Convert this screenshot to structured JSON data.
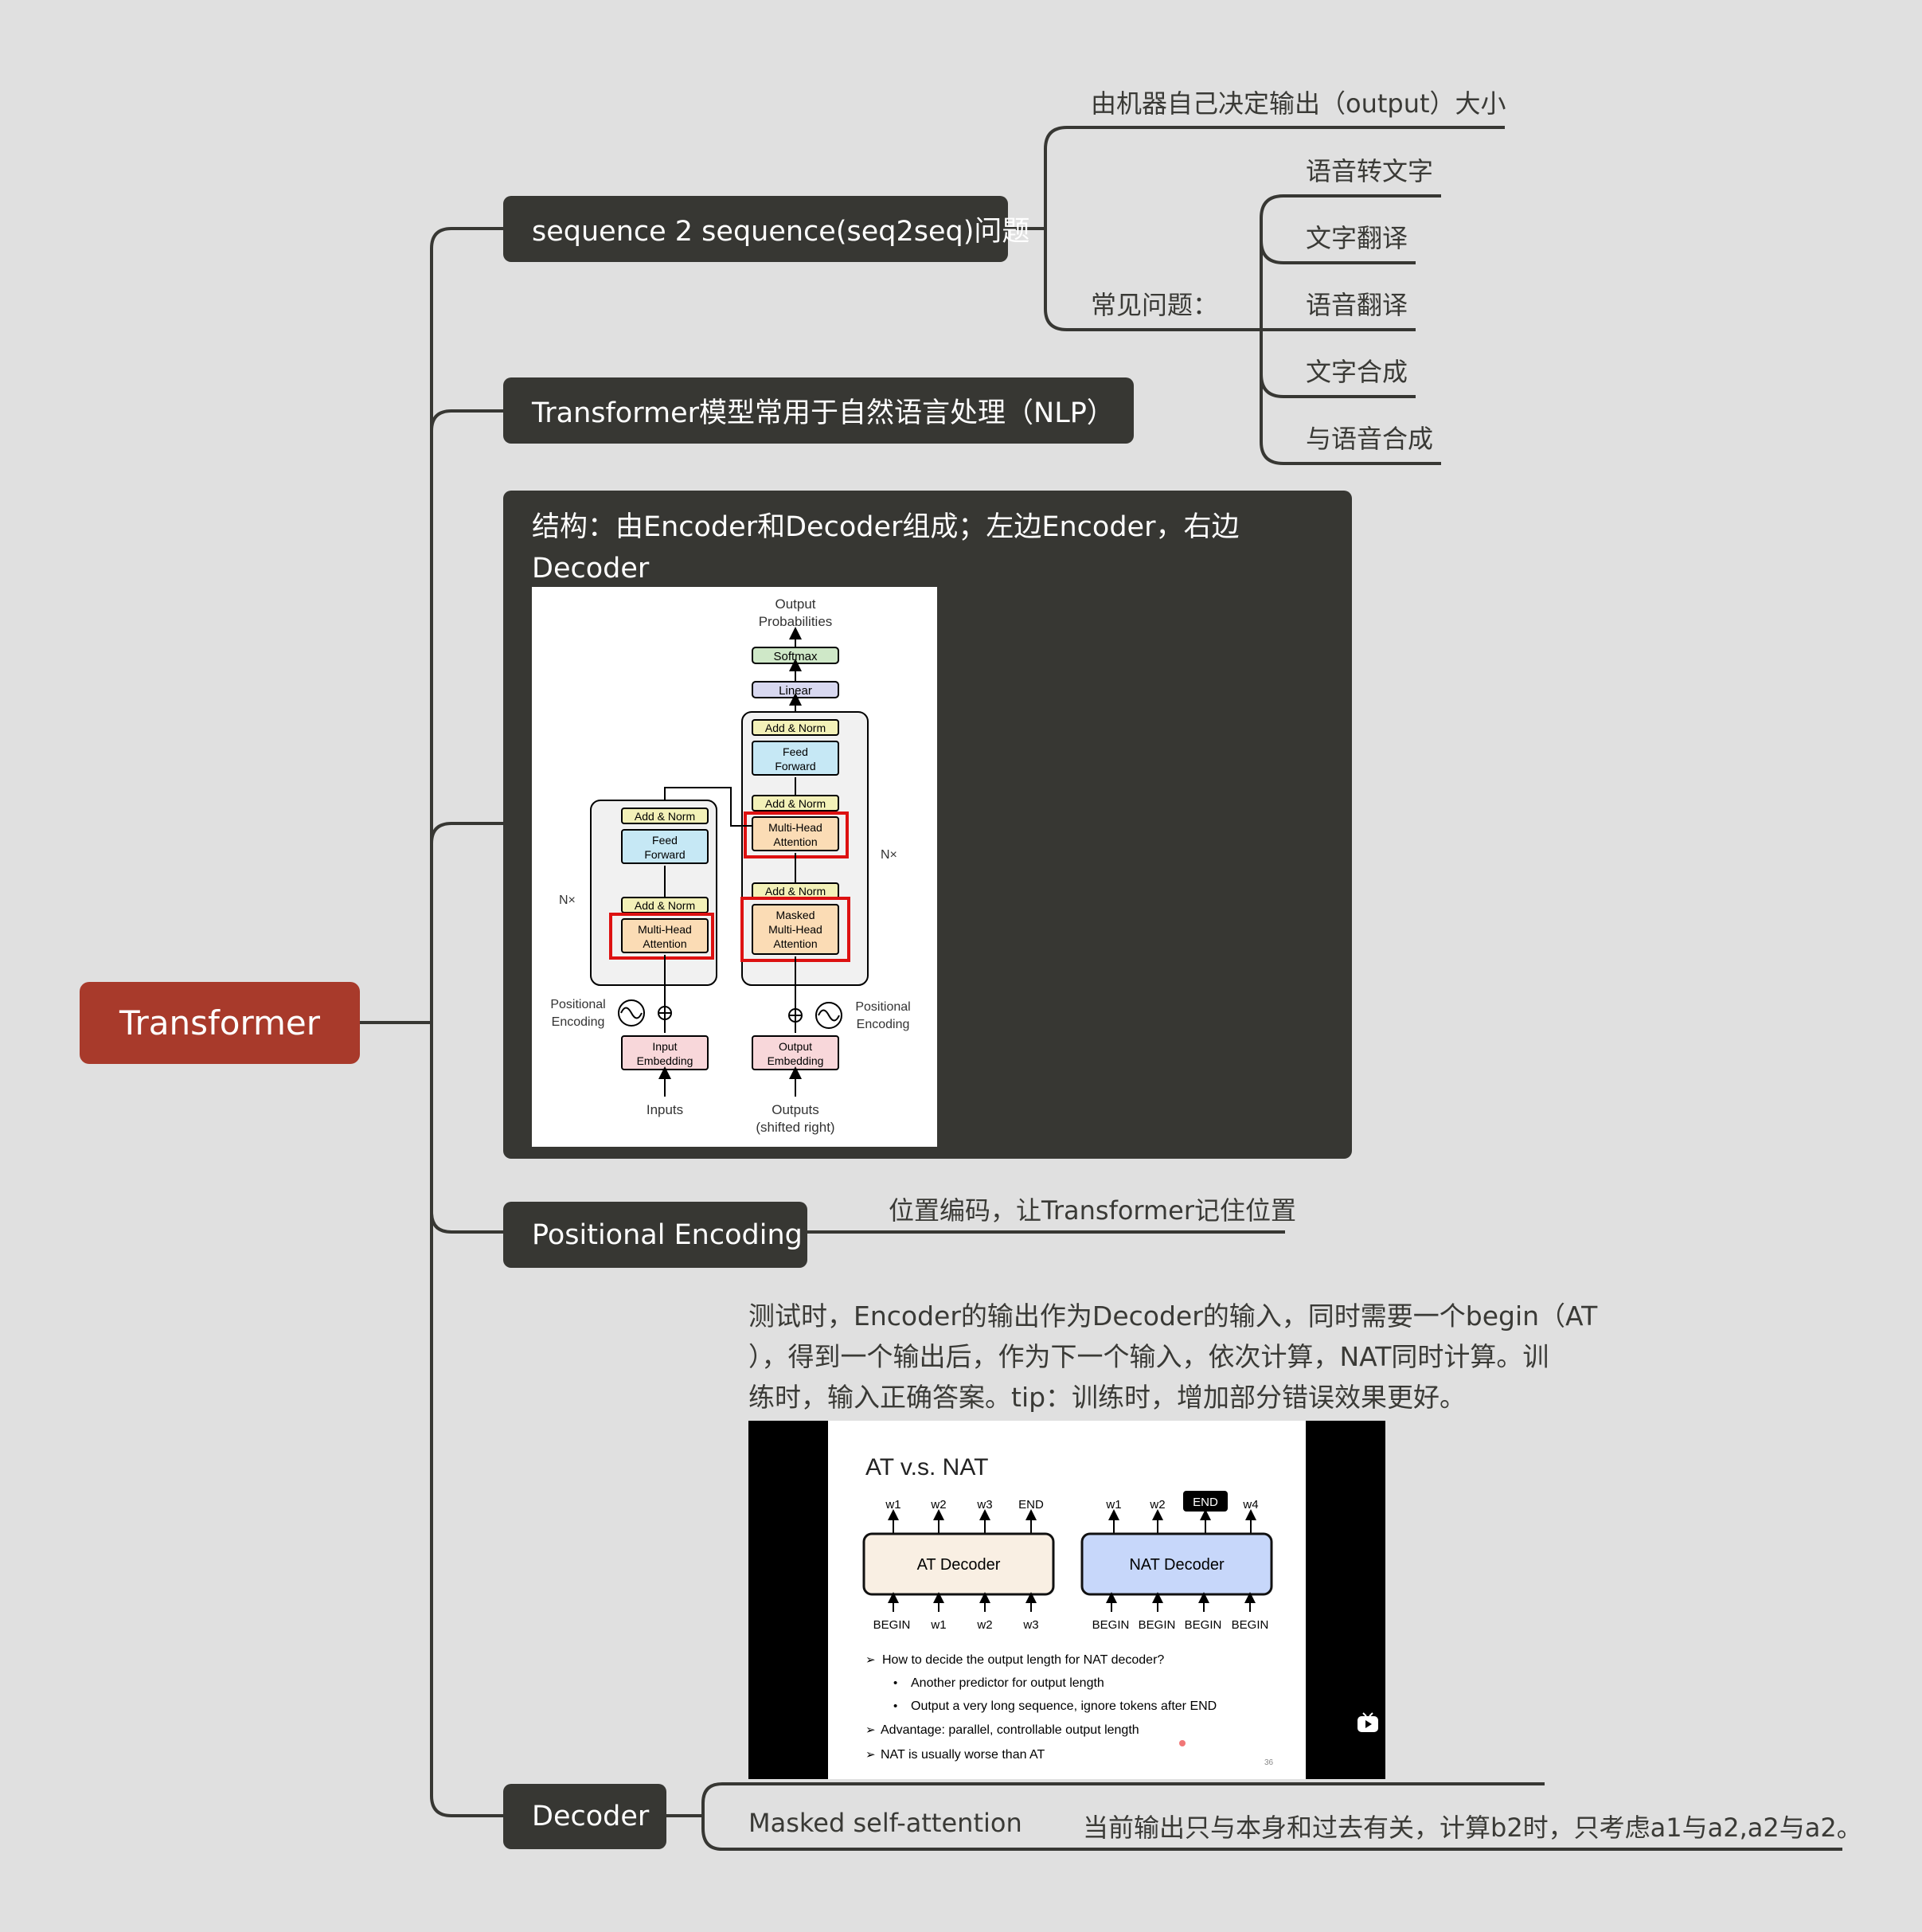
{
  "root": {
    "label": "Transformer"
  },
  "branches": {
    "seq2seq": {
      "label": "sequence 2 sequence(seq2seq)问题",
      "detail": "由机器自己决定输出（output）大小",
      "common_label": "常见问题：",
      "common_items": [
        "语音转文字",
        "文字翻译",
        "语音翻译",
        "文字合成",
        "与语音合成"
      ]
    },
    "nlp": {
      "label": "Transformer模型常用于自然语言处理（NLP）"
    },
    "structure": {
      "label_line1": "结构：由Encoder和Decoder组成；左边Encoder，右边Decoder",
      "label_line2": "。"
    },
    "positional": {
      "label": "Positional Encoding",
      "detail": "位置编码，让Transformer记住位置"
    },
    "decoder": {
      "label": "Decoder",
      "note_line1": "测试时，Encoder的输出作为Decoder的输入，同时需要一个begin（AT",
      "note_line2": "），得到一个输出后，作为下一个输入，依次计算，NAT同时计算。训",
      "note_line3": "练时，输入正确答案。tip：训练时，增加部分错误效果更好。",
      "masked_label": "Masked self-attention",
      "masked_detail": "当前输出只与本身和过去有关，计算b2时，只考虑a1与a2,a2与a2。"
    }
  },
  "transformer_figure": {
    "output_probabilities": [
      "Output",
      "Probabilities"
    ],
    "softmax": "Softmax",
    "linear": "Linear",
    "add_norm": "Add & Norm",
    "feed_forward": [
      "Feed",
      "Forward"
    ],
    "multi_head": [
      "Multi-Head",
      "Attention"
    ],
    "masked_multi_head": [
      "Masked",
      "Multi-Head",
      "Attention"
    ],
    "nx": "N×",
    "positional_encoding": [
      "Positional",
      "Encoding"
    ],
    "input_embedding": [
      "Input",
      "Embedding"
    ],
    "output_embedding": [
      "Output",
      "Embedding"
    ],
    "inputs": "Inputs",
    "outputs": [
      "Outputs",
      "(shifted right)"
    ]
  },
  "slide": {
    "title": "AT v.s. NAT",
    "at_decoder": "AT Decoder",
    "nat_decoder": "NAT Decoder",
    "at_outputs": [
      "w1",
      "w2",
      "w3",
      "END"
    ],
    "at_inputs": [
      "BEGIN",
      "w1",
      "w2",
      "w3"
    ],
    "nat_outputs": [
      "w1",
      "w2",
      "END",
      "w4"
    ],
    "nat_inputs": [
      "BEGIN",
      "BEGIN",
      "BEGIN",
      "BEGIN"
    ],
    "bullets": [
      "How to decide the output length for NAT decoder?",
      "Another predictor for output length",
      "Output a very long sequence, ignore tokens after END",
      "Advantage: parallel, controllable output length",
      "NAT is usually worse than AT"
    ],
    "page": "36"
  }
}
